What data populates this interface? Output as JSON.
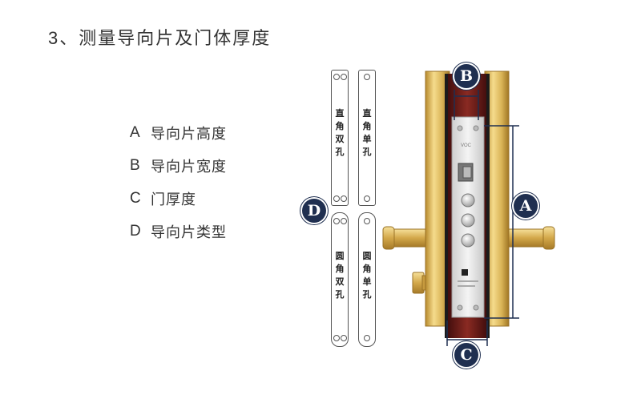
{
  "title": "3、测量导向片及门体厚度",
  "legend": [
    {
      "key": "A",
      "text": "导向片高度"
    },
    {
      "key": "B",
      "text": "导向片宽度"
    },
    {
      "key": "C",
      "text": "门厚度"
    },
    {
      "key": "D",
      "text": "导向片类型"
    }
  ],
  "plates": [
    {
      "chars": [
        "直",
        "角",
        "双",
        "孔"
      ]
    },
    {
      "chars": [
        "直",
        "角",
        "单",
        "孔"
      ]
    },
    {
      "chars": [
        "圆",
        "角",
        "双",
        "孔"
      ]
    },
    {
      "chars": [
        "圆",
        "角",
        "单",
        "孔"
      ]
    }
  ],
  "markers": {
    "a": "A",
    "b": "B",
    "c": "C",
    "d": "D"
  },
  "lock_brand": "VOC",
  "colors": {
    "marker": "#1f2f50",
    "gold": "#d8b25a",
    "wood": "#6b1a1a",
    "dimension": "#1f2f50"
  }
}
